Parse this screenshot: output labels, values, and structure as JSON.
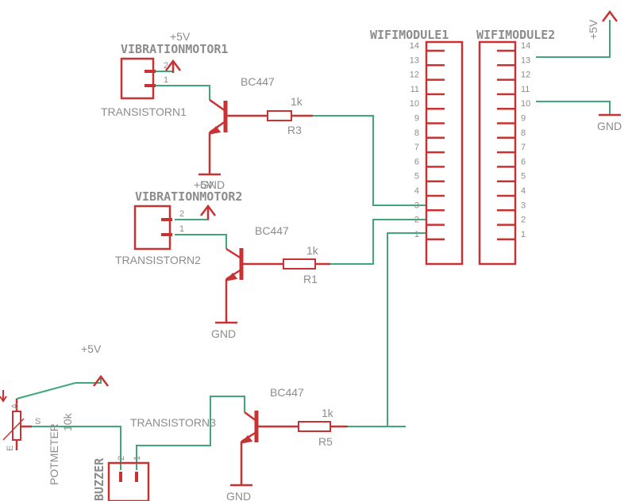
{
  "colors": {
    "part": "#c83232",
    "wire": "#40a878",
    "text": "#8c8c8c",
    "background": "#ffffff"
  },
  "labels": {
    "vm1_name": "VIBRATIONMOTOR1",
    "vm1_pin2": "2",
    "vm1_pin1": "1",
    "vm1_pwr": "+5V",
    "t1_value": "BC447",
    "t1_name": "TRANSISTORN1",
    "r3_value": "1k",
    "r3_name": "R3",
    "gnd1": "GND",
    "vm2_pwr": "+5V",
    "vm2_name": "VIBRATIONMOTOR2",
    "vm2_pin2": "2",
    "vm2_pin1": "1",
    "t2_value": "BC447",
    "t2_name": "TRANSISTORN2",
    "r1_value": "1k",
    "r1_name": "R1",
    "gnd2": "GND",
    "pot_pwr": "+5V",
    "t3_value": "BC447",
    "t3_name": "TRANSISTORN3",
    "r5_value": "1k",
    "r5_name": "R5",
    "gnd3": "GND",
    "pot_a": "A",
    "pot_s": "S",
    "pot_e": "E",
    "pot_name": "POTMETER",
    "pot_value": "10k",
    "buzzer_name": "BUZZER",
    "buzzer_pin2": "2",
    "buzzer_pin1": "1",
    "wifi1_name": "WIFIMODULE1",
    "wifi2_name": "WIFIMODULE2",
    "wifi2_pwr": "+5V",
    "wifi2_gnd": "GND"
  },
  "wifi1_pins": [
    "14",
    "13",
    "12",
    "11",
    "10",
    "9",
    "8",
    "7",
    "6",
    "5",
    "4",
    "3",
    "2",
    "1"
  ],
  "wifi2_pins": [
    "14",
    "13",
    "12",
    "11",
    "10",
    "9",
    "8",
    "7",
    "6",
    "5",
    "4",
    "3",
    "2",
    "1"
  ]
}
